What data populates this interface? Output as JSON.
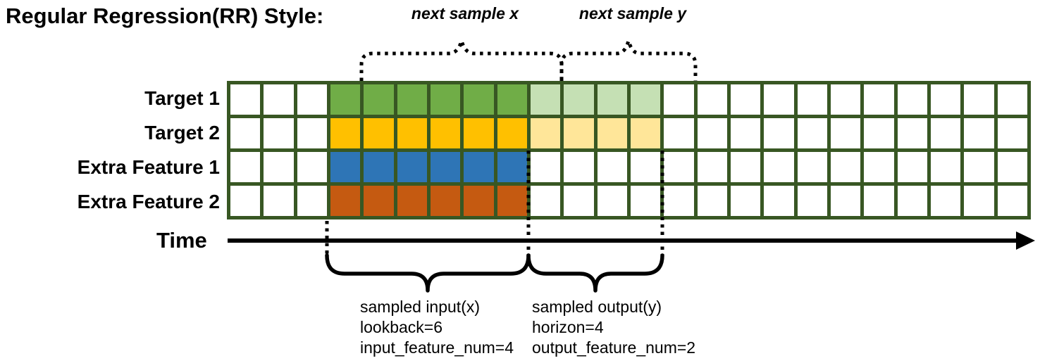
{
  "title": "Regular Regression(RR) Style:",
  "top_annotations": {
    "next_sample_x": "next sample x",
    "next_sample_y": "next sample y"
  },
  "axis": {
    "time_label": "Time"
  },
  "grid": {
    "columns": 24,
    "solid_start_col": 4,
    "solid_end_col": 9,
    "faded_start_col": 10,
    "faded_end_col": 13,
    "border_color": "#385723",
    "empty_cell_color": "#ffffff",
    "rows": [
      {
        "label": "Target 1",
        "fill_color": "#70AD47",
        "faded_color": "#C5E0B4",
        "has_faded": true
      },
      {
        "label": "Target 2",
        "fill_color": "#FFC000",
        "faded_color": "#FFE699",
        "has_faded": true
      },
      {
        "label": "Extra Feature 1",
        "fill_color": "#2E75B6",
        "faded_color": null,
        "has_faded": false
      },
      {
        "label": "Extra Feature 2",
        "fill_color": "#C55A11",
        "faded_color": null,
        "has_faded": false
      }
    ]
  },
  "bottom_annotations": {
    "input_block": {
      "line1": "sampled input(x)",
      "line2": "lookback=6",
      "line3": "input_feature_num=4"
    },
    "output_block": {
      "line1": "sampled output(y)",
      "line2": "horizon=4",
      "line3": "output_feature_num=2"
    }
  },
  "stroke_color": "#000000"
}
